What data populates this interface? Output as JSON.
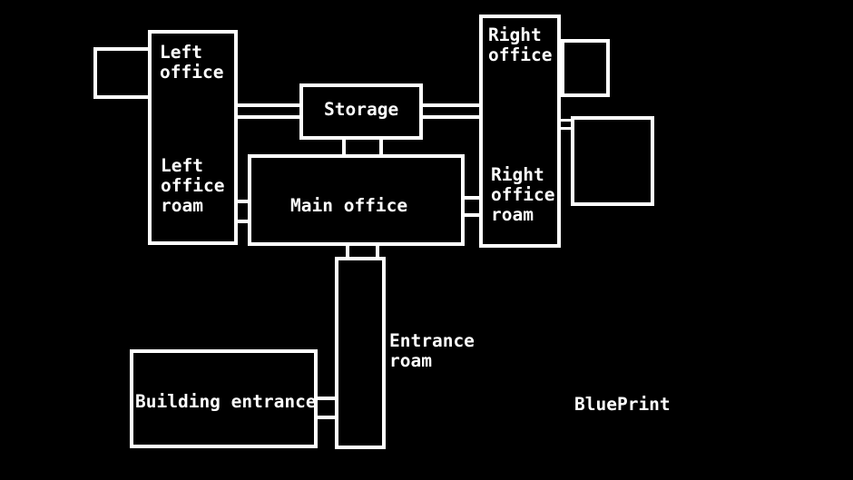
{
  "title": "BluePrint",
  "colors": {
    "background": "#000000",
    "line": "#ffffff",
    "text": "#ffffff"
  },
  "rooms": {
    "left_office": {
      "label": "Left\noffice"
    },
    "left_office_roam": {
      "label": "Left\noffice\nroam"
    },
    "storage": {
      "label": "Storage"
    },
    "right_office": {
      "label": "Right\noffice"
    },
    "right_office_roam": {
      "label": "Right\noffice\nroam"
    },
    "main_office": {
      "label": "Main office"
    },
    "entrance_roam": {
      "label": "Entrance\nroam"
    },
    "building_entrance": {
      "label": "Building entrance"
    }
  }
}
